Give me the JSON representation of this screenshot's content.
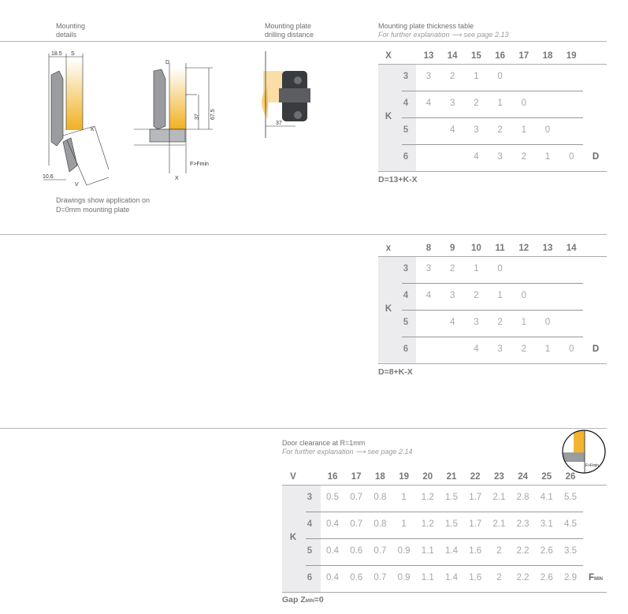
{
  "section1": {
    "mounting_details_label": [
      "Mounting",
      "details"
    ],
    "drilling_label": [
      "Mounting plate",
      "drilling distance"
    ],
    "drawing_note": [
      "Drawings show application on",
      "D=0mm mounting plate"
    ],
    "dims": {
      "d1": "18.5",
      "s": "S",
      "k": "K",
      "d2": "10.6",
      "v": "V",
      "d": "D",
      "h1": "67.5",
      "h2": "37",
      "f": "F>Fmin",
      "x": "X",
      "drill": "37"
    }
  },
  "table1": {
    "title": "Mounting plate thickness table",
    "subtitle": "For further explanation ⟶ see page 2.13",
    "corner": "X",
    "row_axis": "K",
    "columns": [
      "13",
      "14",
      "15",
      "16",
      "17",
      "18",
      "19"
    ],
    "rows": [
      {
        "k": "3",
        "values": [
          "3",
          "2",
          "1",
          "0",
          "",
          "",
          ""
        ]
      },
      {
        "k": "4",
        "values": [
          "4",
          "3",
          "2",
          "1",
          "0",
          "",
          ""
        ]
      },
      {
        "k": "5",
        "values": [
          "",
          "4",
          "3",
          "2",
          "1",
          "0",
          ""
        ]
      },
      {
        "k": "6",
        "values": [
          "",
          "",
          "4",
          "3",
          "2",
          "1",
          "0"
        ]
      }
    ],
    "result_label": "D",
    "formula": "D=13+K-X"
  },
  "table2": {
    "corner": "x",
    "row_axis": "K",
    "columns": [
      "8",
      "9",
      "10",
      "11",
      "12",
      "13",
      "14"
    ],
    "rows": [
      {
        "k": "3",
        "values": [
          "3",
          "2",
          "1",
          "0",
          "",
          "",
          ""
        ]
      },
      {
        "k": "4",
        "values": [
          "4",
          "3",
          "2",
          "1",
          "0",
          "",
          ""
        ]
      },
      {
        "k": "5",
        "values": [
          "",
          "4",
          "3",
          "2",
          "1",
          "0",
          ""
        ]
      },
      {
        "k": "6",
        "values": [
          "",
          "",
          "4",
          "3",
          "2",
          "1",
          "0"
        ]
      }
    ],
    "result_label": "D",
    "formula": "D=8+K-X"
  },
  "table3": {
    "title": "Door clearance at R=1mm",
    "subtitle": "For further explanation ⟶ see page 2.14",
    "corner": "V",
    "row_axis": "K",
    "columns": [
      "16",
      "17",
      "18",
      "19",
      "20",
      "21",
      "22",
      "23",
      "24",
      "25",
      "26"
    ],
    "rows": [
      {
        "k": "3",
        "values": [
          "0.5",
          "0.7",
          "0.8",
          "1",
          "1.2",
          "1.5",
          "1.7",
          "2.1",
          "2.8",
          "4.1",
          "5.5"
        ]
      },
      {
        "k": "4",
        "values": [
          "0.4",
          "0.7",
          "0.8",
          "1",
          "1.2",
          "1.5",
          "1.7",
          "2.1",
          "2.3",
          "3.1",
          "4.5"
        ]
      },
      {
        "k": "5",
        "values": [
          "0.4",
          "0.6",
          "0.7",
          "0.9",
          "1.1",
          "1.4",
          "1.6",
          "2",
          "2.2",
          "2.6",
          "3.5"
        ]
      },
      {
        "k": "6",
        "values": [
          "0.4",
          "0.6",
          "0.7",
          "0.9",
          "1.1",
          "1.4",
          "1.6",
          "2",
          "2.2",
          "2.6",
          "2.9"
        ]
      }
    ],
    "result_label": "F",
    "result_sub": "MIN",
    "formula": "Gap Z",
    "formula_sub": "MIN",
    "formula_end": "=0",
    "inset_label": "F>Fmin"
  }
}
